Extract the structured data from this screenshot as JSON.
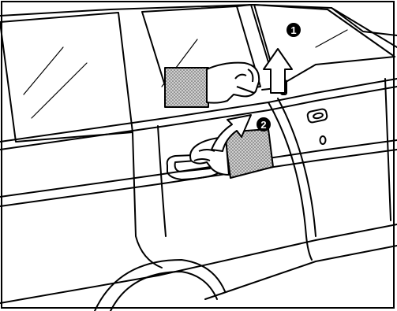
{
  "steps": [
    {
      "number": "1",
      "meaning": "pull-up-lock-knob"
    },
    {
      "number": "2",
      "meaning": "pull-outside-door-handle"
    }
  ],
  "colors": {
    "line": "#000000",
    "paper": "#ffffff",
    "shading": "#9a9a9a"
  }
}
